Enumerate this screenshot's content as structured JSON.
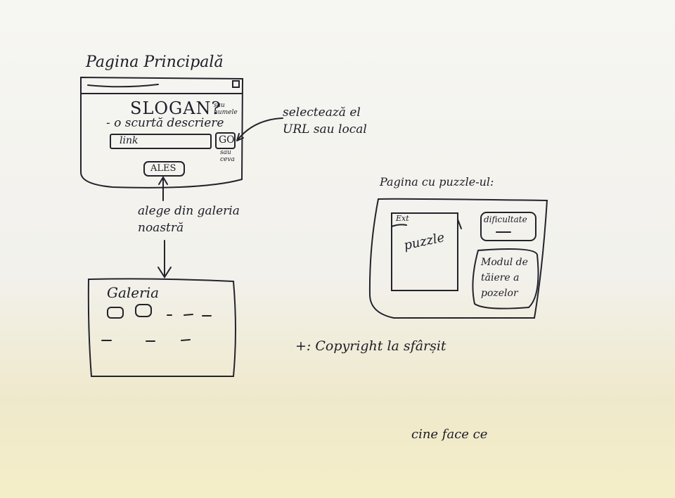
{
  "main_page": {
    "title": "Pagina Principală",
    "slogan": "SLOGAN?",
    "slogan_note": "sau numele",
    "description": "- o scurtă descriere",
    "link_input": "link",
    "go_button": "GO",
    "go_note": "sau ceva",
    "choose_button": "ALES"
  },
  "annotations": {
    "select_url": "selectează el URL sau local",
    "choose_gallery": "alege din galeria noastră",
    "copyright": "+: Copyright la sfârșit",
    "who_does_what": "cine face ce"
  },
  "gallery": {
    "title": "Galeria"
  },
  "puzzle_page": {
    "title": "Pagina cu puzzle-ul:",
    "ext_label": "Ext",
    "puzzle_label": "puzzle",
    "difficulty_label": "dificultate",
    "cut_mode_label": "Modul de tăiere a pozelor"
  }
}
